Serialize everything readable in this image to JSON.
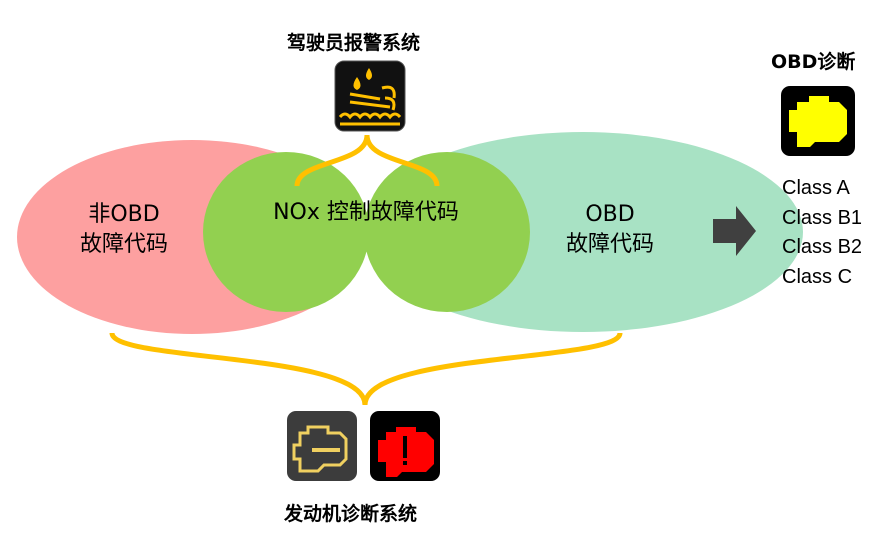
{
  "driver_warning_title": "驾驶员报警系统",
  "engine_diag_title": "发动机诊断系统",
  "obd_diag_title": "OBD诊断",
  "non_obd": {
    "line1": "非OBD",
    "line2": "故障代码"
  },
  "nox": "NOx 控制故障代码",
  "obd": {
    "line1": "OBD",
    "line2": "故障代码"
  },
  "classes": [
    "Class A",
    "Class B1",
    "Class B2",
    "Class C"
  ],
  "icons": [
    "driver-warning-icon",
    "engine-check-yellow-icon",
    "engine-check-red-icon",
    "obd-engine-icon",
    "arrow-right-icon"
  ],
  "colors": {
    "pink": "#fda0a0",
    "mint": "#a8e2c4",
    "green": "#92d050",
    "brace": "#ffc000",
    "arrow": "#404040"
  }
}
